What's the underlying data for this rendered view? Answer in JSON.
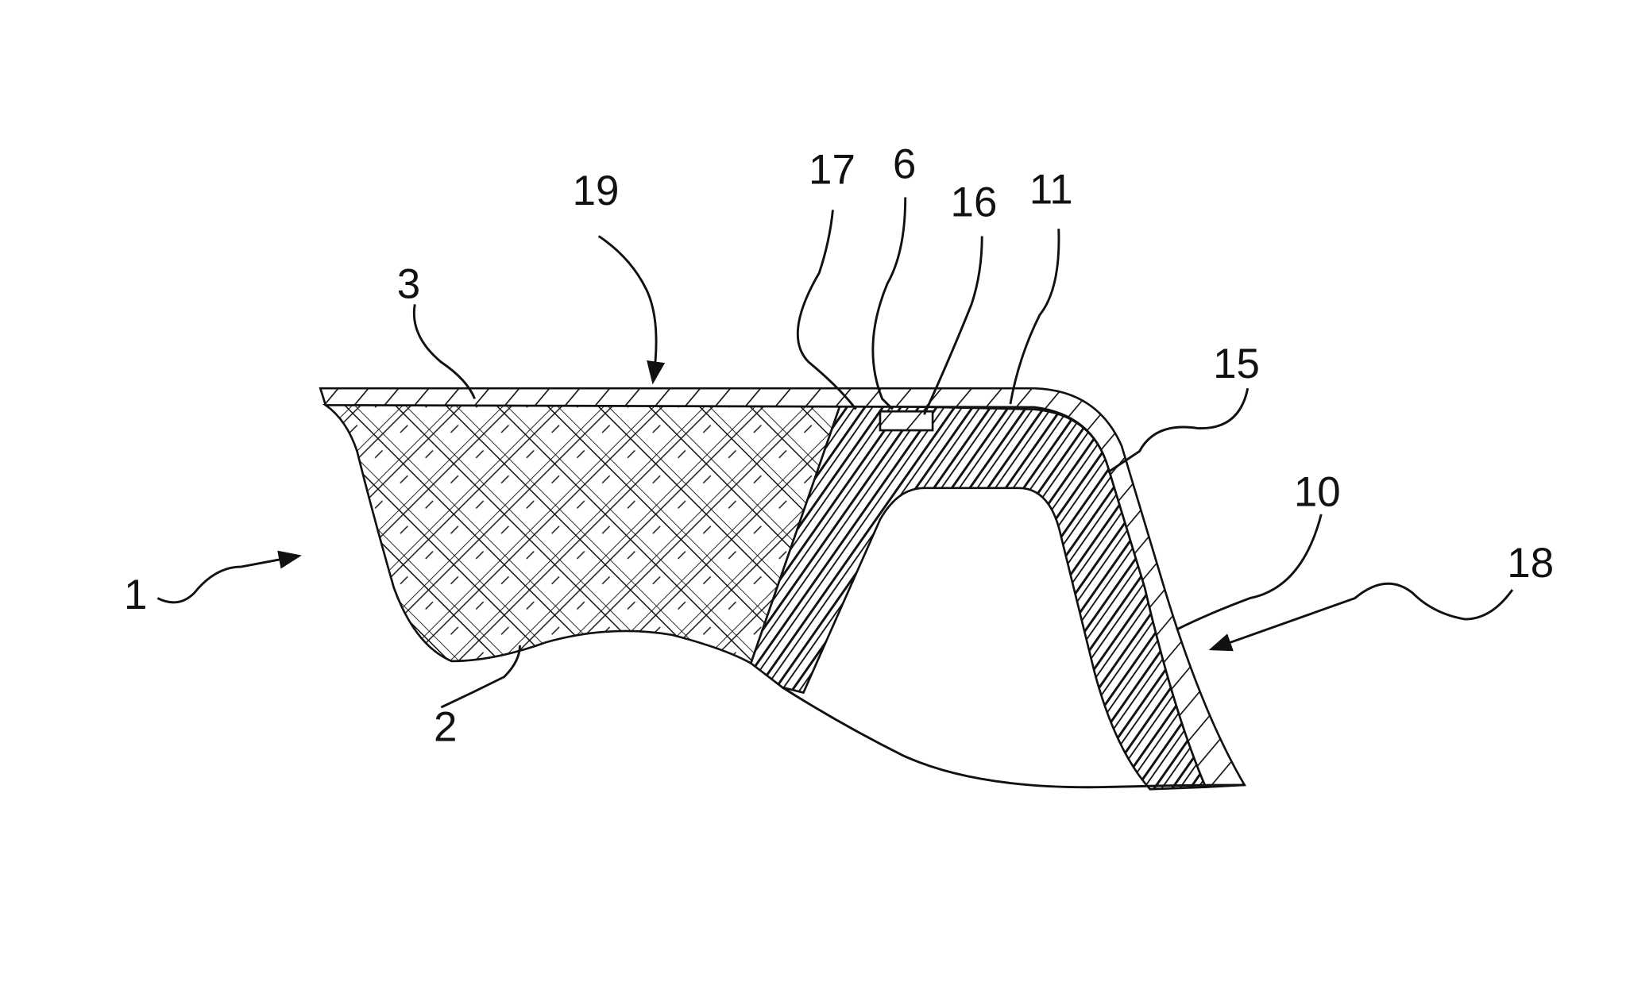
{
  "figure": {
    "labels": {
      "l1": "1",
      "l2": "2",
      "l3": "3",
      "l6": "6",
      "l10": "10",
      "l11": "11",
      "l15": "15",
      "l16": "16",
      "l17": "17",
      "l18": "18",
      "l19": "19"
    },
    "colors": {
      "ink": "#111111",
      "background": "#ffffff"
    }
  }
}
